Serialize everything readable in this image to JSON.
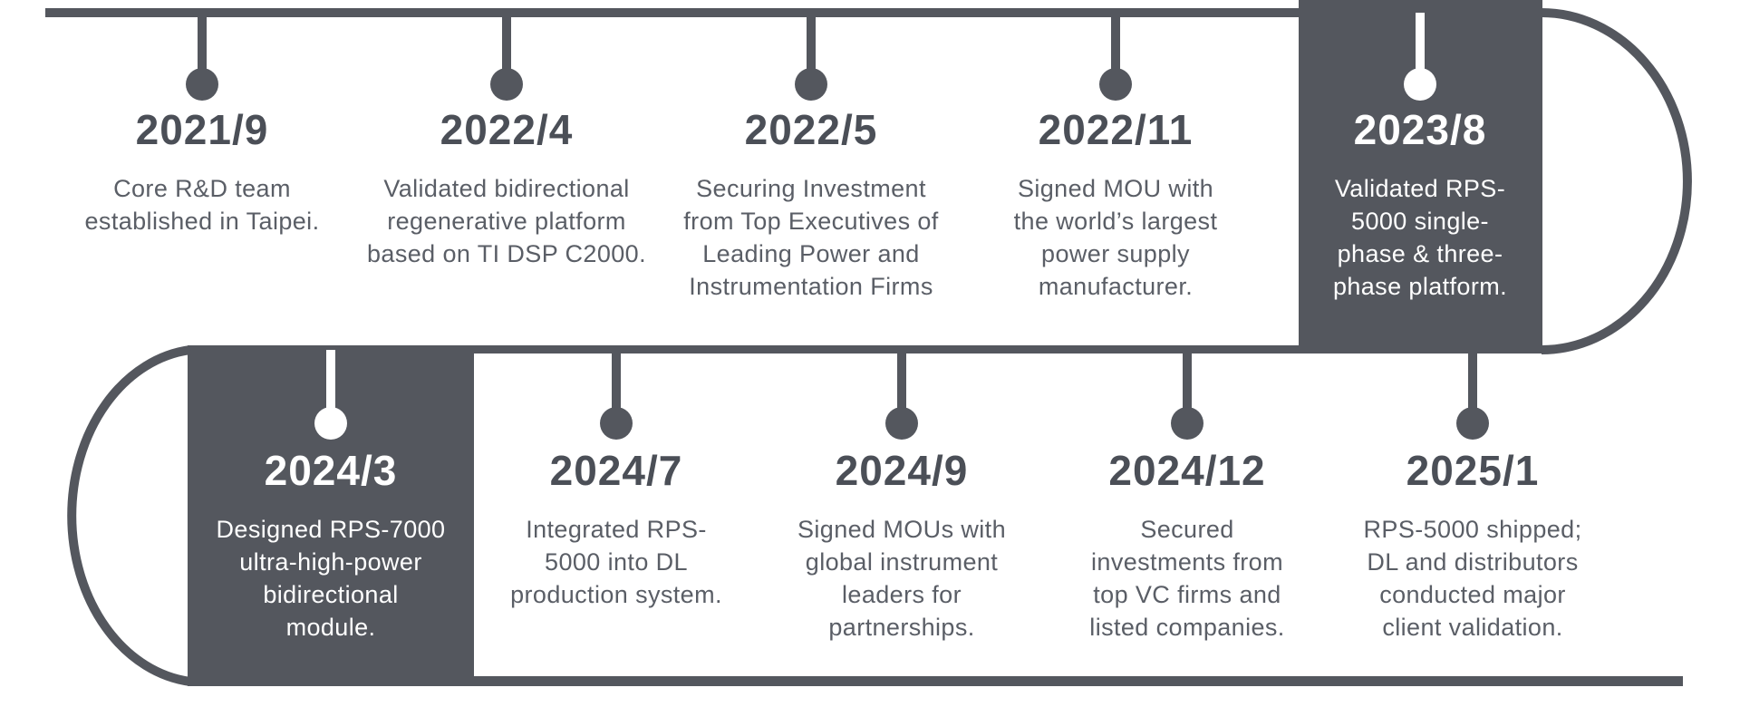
{
  "timeline": {
    "type": "company-milestone-timeline",
    "colors": {
      "slate": "#54575e",
      "highlight_text": "#ffffff",
      "date_text": "#4b4f57",
      "body_text": "#5a5e66",
      "background": "#ffffff"
    },
    "top_row": [
      {
        "date": "2021/9",
        "highlighted": false,
        "lines": [
          "Core R&D team",
          "established in Taipei."
        ]
      },
      {
        "date": "2022/4",
        "highlighted": false,
        "lines": [
          "Validated bidirectional",
          "regenerative platform",
          "based on TI DSP C2000."
        ]
      },
      {
        "date": "2022/5",
        "highlighted": false,
        "lines": [
          "Securing Investment",
          "from Top Executives of",
          "Leading Power and",
          "Instrumentation Firms"
        ]
      },
      {
        "date": "2022/11",
        "highlighted": false,
        "lines": [
          "Signed MOU with",
          "the world’s largest",
          "power supply",
          "manufacturer."
        ]
      },
      {
        "date": "2023/8",
        "highlighted": true,
        "lines": [
          "Validated RPS-",
          "5000 single-",
          "phase & three-",
          "phase platform."
        ]
      }
    ],
    "bottom_row": [
      {
        "date": "2024/3",
        "highlighted": true,
        "lines": [
          "Designed RPS-7000",
          "ultra-high-power",
          "bidirectional",
          "module."
        ]
      },
      {
        "date": "2024/7",
        "highlighted": false,
        "lines": [
          "Integrated RPS-",
          "5000 into DL",
          "production system."
        ]
      },
      {
        "date": "2024/9",
        "highlighted": false,
        "lines": [
          "Signed MOUs with",
          "global instrument",
          "leaders for",
          "partnerships."
        ]
      },
      {
        "date": "2024/12",
        "highlighted": false,
        "lines": [
          "Secured",
          "investments from",
          "top VC firms and",
          "listed companies."
        ]
      },
      {
        "date": "2025/1",
        "highlighted": false,
        "lines": [
          "RPS-5000 shipped;",
          "DL and distributors",
          "conducted major",
          "client validation."
        ]
      }
    ]
  }
}
